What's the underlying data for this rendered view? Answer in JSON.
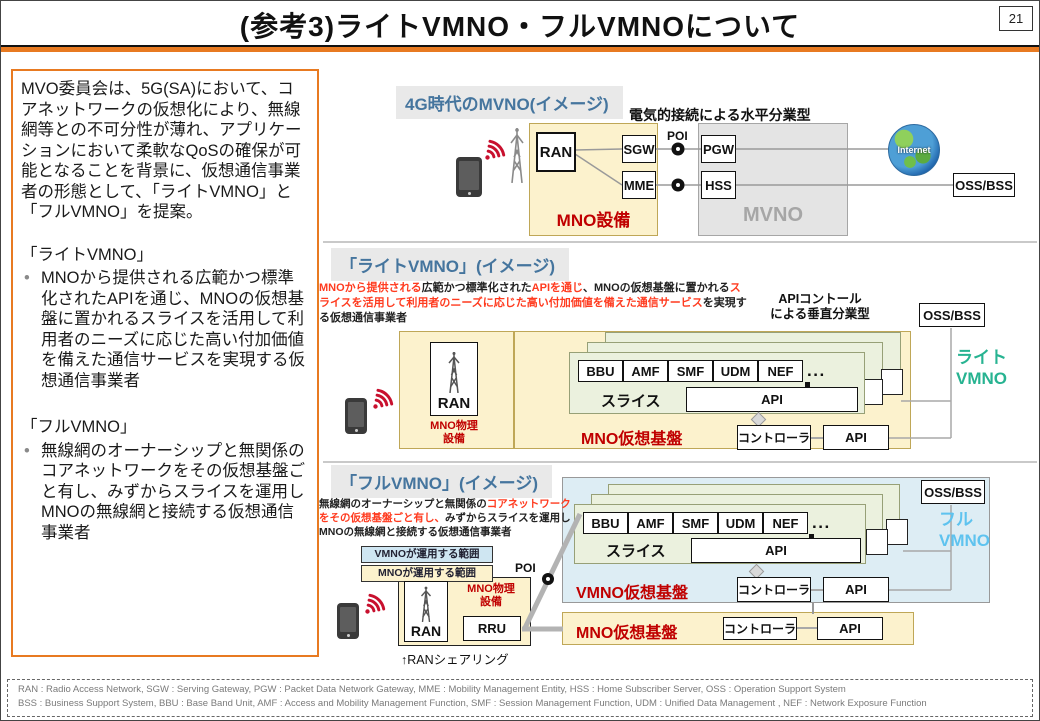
{
  "header": {
    "title": "(参考3)ライトVMNO・フルVMNOについて",
    "page_number": "21"
  },
  "left_panel": {
    "intro": "MVO委員会は、5G(SA)において、コアネットワークの仮想化により、無線網等との不可分性が薄れ、アプリケーションにおいて柔軟なQoSの確保が可能となることを背景に、仮想通信事業者の形態として、「ライトVMNO」と「フルVMNO」を提案。",
    "light_heading": "「ライトVMNO」",
    "light_bullet": "MNOから提供される広範かつ標準化されたAPIを通じ、MNOの仮想基盤に置かれるスライスを活用して利用者のニーズに応じた高い付加価値を備えた通信サービスを実現する仮想通信事業者",
    "full_heading": "「フルVMNO」",
    "full_bullet": "無線網のオーナーシップと無関係のコアネットワークをその仮想基盤ごと有し、みずからスライスを運用しMNOの無線網と接続する仮想通信事業者",
    "bullet_char": "•"
  },
  "section_4g": {
    "heading": "4G時代のMVNO(イメージ)",
    "type_label": "電気的接続による水平分業型",
    "ran": "RAN",
    "sgw": "SGW",
    "mme": "MME",
    "mno_label": "MNO設備",
    "poi": "POI",
    "pgw": "PGW",
    "hss": "HSS",
    "mvno_label": "MVNO",
    "internet": "Internet",
    "ossbss": "OSS/BSS"
  },
  "section_light": {
    "heading": "「ライトVMNO」(イメージ)",
    "desc": [
      {
        "text": "MNOから提供される"
      },
      {
        "text": "広範かつ標準化された"
      },
      {
        "text": "APIを通じ"
      },
      {
        "text": "、MNOの仮想基盤に置かれる"
      },
      {
        "text": "スライスを活用して利用者のニーズに応じた高い付加価値を備えた通信サービス"
      },
      {
        "text": "を実現する仮想通信事業者"
      }
    ],
    "api_control_line1": "APIコントール",
    "api_control_line2": "による垂直分業型",
    "ossbss": "OSS/BSS",
    "ran": "RAN",
    "mno_phys_line1": "MNO物理",
    "mno_phys_line2": "設備",
    "nf": [
      "BBU",
      "AMF",
      "SMF",
      "UDM",
      "NEF"
    ],
    "more_dots": "...",
    "slice_label": "スライス",
    "api": "API",
    "controller": "コントローラ",
    "infra_label": "MNO仮想基盤",
    "side_label_line1": "ライト",
    "side_label_line2": "VMNO"
  },
  "section_full": {
    "heading": "「フルVMNO」(イメージ)",
    "desc": [
      {
        "text": "無線網のオーナーシップと無関係の"
      },
      {
        "text": "コアネットワークをその仮想基盤ごと有し、"
      },
      {
        "text": "みずからスライスを運用しMNOの無線網と接続する仮想通信事業者"
      }
    ],
    "legend_vmno": "VMNOが運用する範囲",
    "legend_mno": "MNOが運用する範囲",
    "poi": "POI",
    "ossbss": "OSS/BSS",
    "nf": [
      "BBU",
      "AMF",
      "SMF",
      "UDM",
      "NEF"
    ],
    "more_dots": "...",
    "slice_label": "スライス",
    "api": "API",
    "controller": "コントローラ",
    "vmno_infra_label": "VMNO仮想基盤",
    "mno_infra_label": "MNO仮想基盤",
    "ran": "RAN",
    "rru": "RRU",
    "mno_phys_line1": "MNO物理",
    "mno_phys_line2": "設備",
    "ran_sharing": "↑RANシェアリング",
    "side_label_line1": "フル",
    "side_label_line2": "VMNO"
  },
  "footer": {
    "line1": "RAN : Radio Access Network, SGW : Serving Gateway, PGW : Packet Data Network Gateway, MME : Mobility Management Entity, HSS : Home Subscriber Server, OSS : Operation Support System",
    "line2": "BSS : Business Support System, BBU : Base Band Unit, AMF : Access and Mobility Management Function, SMF : Session Management Function, UDM : Unified Data Management , NEF : Network Exposure Function"
  },
  "colors": {
    "accent_orange": "#e87a21",
    "red_text": "#c00000",
    "red_emphasis": "#ff3b1f",
    "steel_blue": "#45759e",
    "teal_light_vmno": "#27b391",
    "blue_full_vmno": "#5ec3ef",
    "yellow_bg": "#fcf2cd",
    "slice_green_bg": "#ebf1de",
    "blue_bg": "#ddedf4",
    "gray_box_bg": "#e4e4e4"
  }
}
